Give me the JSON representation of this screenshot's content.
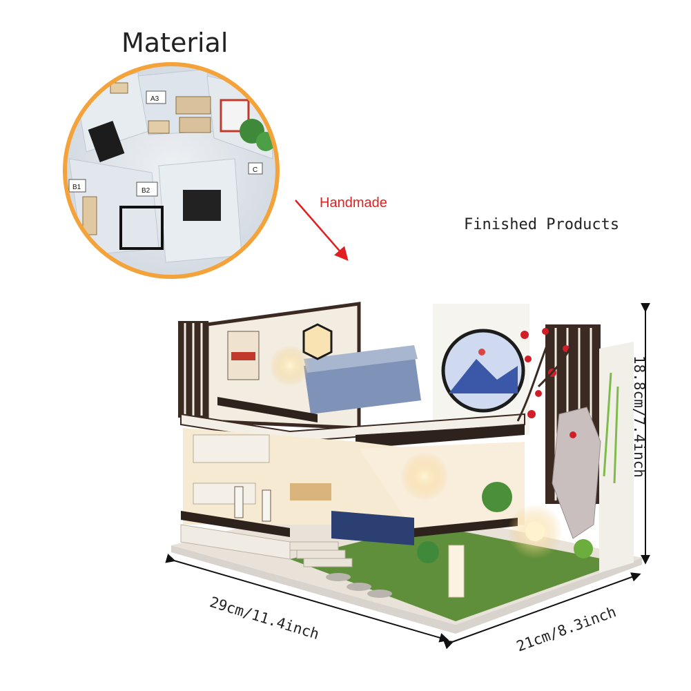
{
  "labels": {
    "material": "Material",
    "handmade": "Handmade",
    "finished": "Finished Products"
  },
  "dimensions": {
    "width": "29cm/11.4inch",
    "depth": "21cm/8.3inch",
    "height": "18.8cm/7.4inch"
  },
  "kit_bag_labels": [
    "A3",
    "B1",
    "B2",
    "C"
  ],
  "colors": {
    "arrow": "#e02020",
    "material_border": "#f4a33b",
    "wood_dark": "#3a2a22",
    "wall": "#f3ece0",
    "lamp_glow": "#ffd98a"
  }
}
